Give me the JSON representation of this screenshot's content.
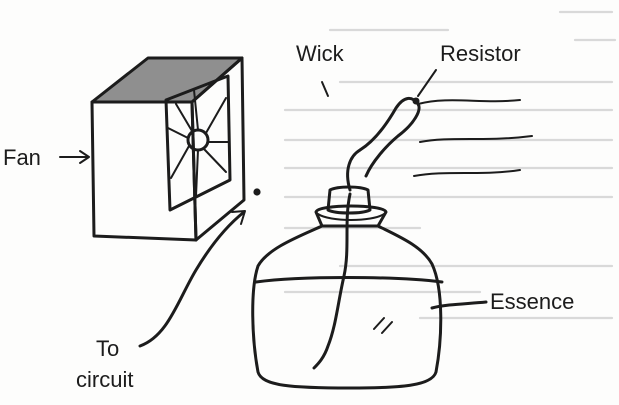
{
  "labels": {
    "fan": "Fan",
    "wick": "Wick",
    "resistor": "Resistor",
    "essence": "Essence",
    "to_circuit_line1": "To",
    "to_circuit_line2": "circuit"
  },
  "colors": {
    "ink": "#1c1c1c",
    "faded_text": "#d9d9d9",
    "fan_panel_grey": "#8f8f8f"
  }
}
